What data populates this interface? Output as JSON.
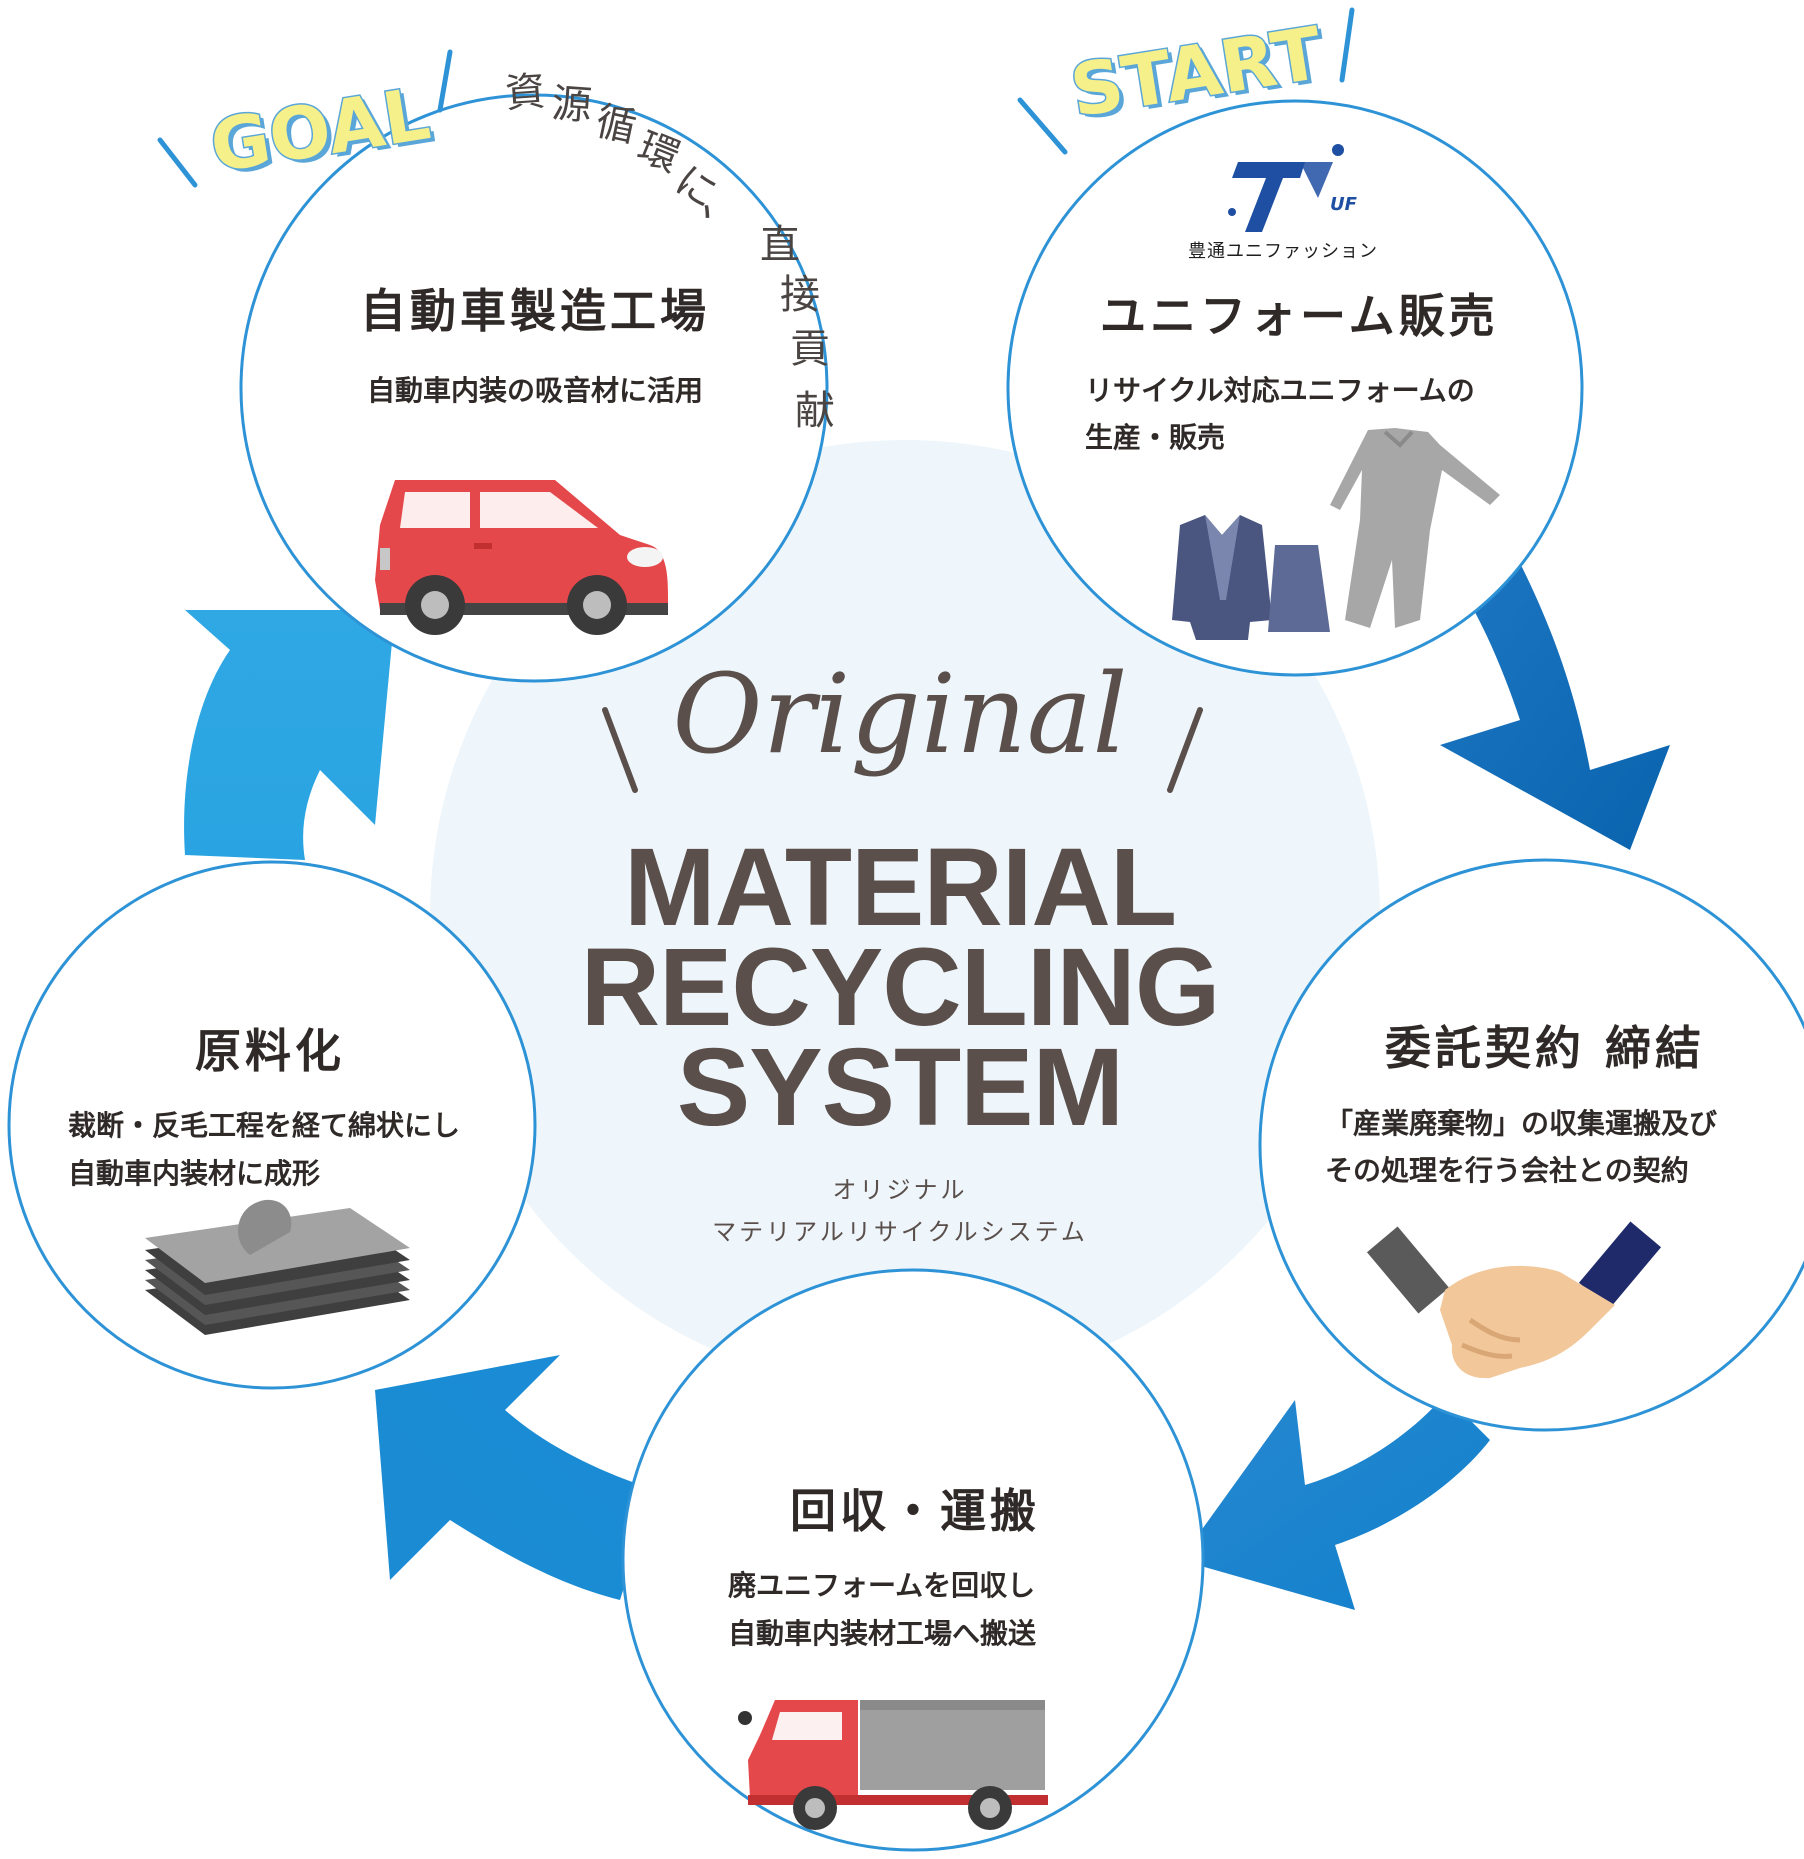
{
  "goal_tag": "GOAL",
  "start_tag": "START",
  "goal_tagline_chars": [
    "資",
    "源",
    "循",
    "環",
    "に",
    "、",
    "直",
    "接",
    "貢",
    "献"
  ],
  "center": {
    "script_word": "Original",
    "title_lines": [
      "MATERIAL",
      "RECYCLING",
      "SYSTEM"
    ],
    "subtitle_lines": [
      "オリジナル",
      "マテリアルリサイクルシステム"
    ]
  },
  "logo": {
    "mark": "TUF",
    "mark_small": "UF",
    "company": "豊通ユニファッション"
  },
  "nodes": {
    "factory": {
      "title": "自動車製造工場",
      "desc_lines": [
        "自動車内装の吸音材に活用"
      ],
      "icon": "car-icon"
    },
    "uniform": {
      "title": "ユニフォーム販売",
      "desc_lines": [
        "リサイクル対応ユニフォームの",
        "生産・販売"
      ],
      "icon": "uniform-icon"
    },
    "contract": {
      "title": "委託契約 締結",
      "desc_lines": [
        "「産業廃棄物」の収集運搬及び",
        "その処理を行う会社との契約"
      ],
      "icon": "handshake-icon"
    },
    "collection": {
      "title": "回収・運搬",
      "desc_lines": [
        "廃ユニフォームを回収し",
        "自動車内装材工場へ搬送"
      ],
      "icon": "truck-icon"
    },
    "material": {
      "title": "原料化",
      "desc_lines": [
        "裁断・反毛工程を経て綿状にし",
        "自動車内装材に成形"
      ],
      "icon": "felt-sheets-icon"
    }
  },
  "colors": {
    "circle_stroke": "#2d93d6",
    "arrow_dark": "#0a6bb8",
    "arrow_mid": "#1687cf",
    "arrow_light": "#2a9fe0",
    "center_bg": "#eef6fb",
    "text_brown": "#5a4f4b",
    "tag_yellow": "#f5f08a",
    "car_red": "#e5484a"
  }
}
